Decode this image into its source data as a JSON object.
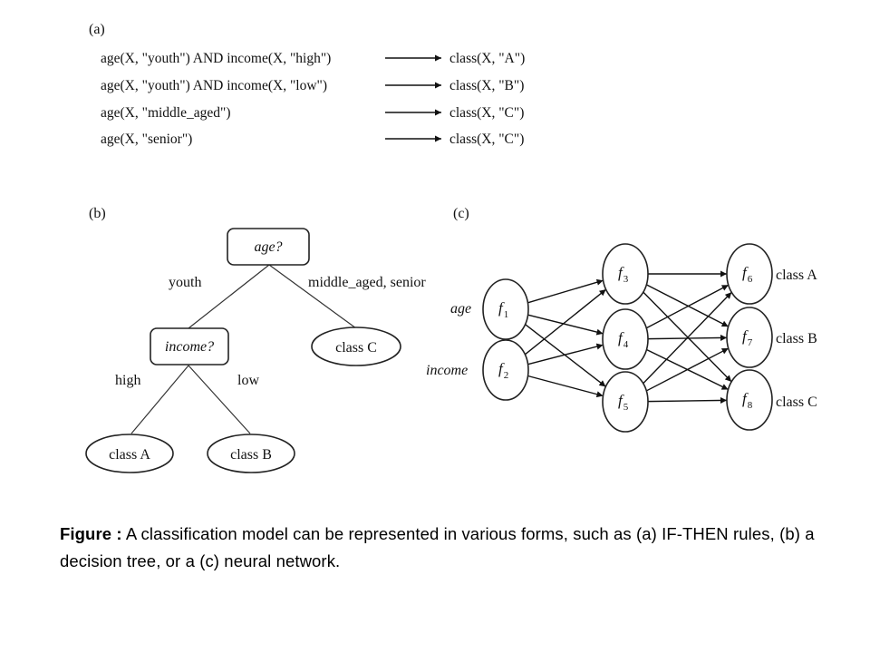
{
  "panel_a": {
    "tag": "(a)",
    "rules": [
      {
        "if": "age(X, \"youth\") AND income(X, \"high\")",
        "then": "class(X, \"A\")"
      },
      {
        "if": "age(X, \"youth\") AND income(X, \"low\")",
        "then": "class(X, \"B\")"
      },
      {
        "if": "age(X, \"middle_aged\")",
        "then": "class(X, \"C\")"
      },
      {
        "if": "age(X, \"senior\")",
        "then": "class(X, \"C\")"
      }
    ]
  },
  "panel_b": {
    "tag": "(b)",
    "root": "age?",
    "inner": "income?",
    "leaf_c": "class C",
    "leaf_a": "class A",
    "leaf_b": "class B",
    "edge_youth": "youth",
    "edge_mid_senior": "middle_aged, senior",
    "edge_high": "high",
    "edge_low": "low"
  },
  "panel_c": {
    "tag": "(c)",
    "input_age": "age",
    "input_income": "income",
    "nodes": [
      "f",
      "f",
      "f",
      "f",
      "f",
      "f",
      "f",
      "f"
    ],
    "subscripts": [
      "1",
      "2",
      "3",
      "4",
      "5",
      "6",
      "7",
      "8"
    ],
    "out_a": "class A",
    "out_b": "class B",
    "out_c": "class C"
  },
  "caption": {
    "lead": "Figure :",
    "text": " A classification model can be represented in various forms, such as (a) IF-THEN rules, (b) a decision tree, or a (c) neural network."
  }
}
